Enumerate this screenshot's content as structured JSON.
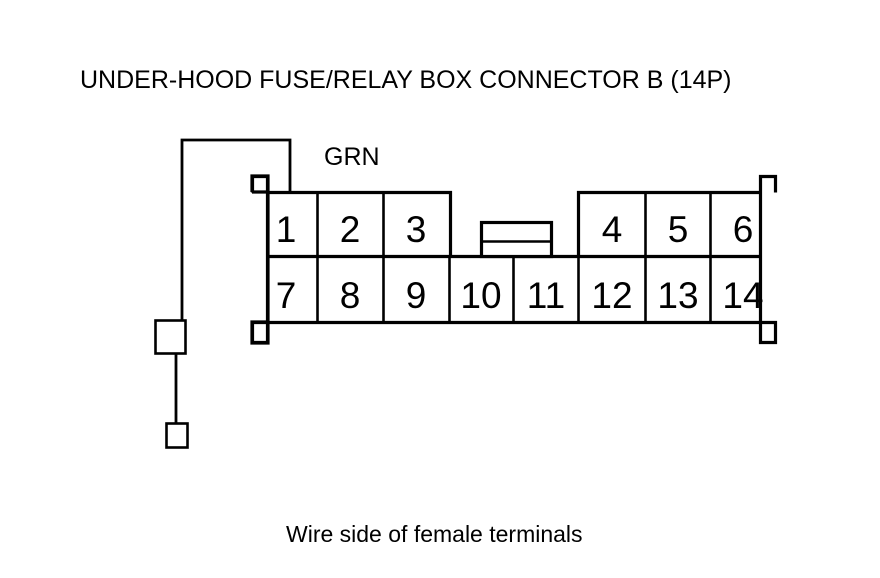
{
  "title": "UNDER-HOOD FUSE/RELAY BOX CONNECTOR B (14P)",
  "caption": "Wire side of female terminals",
  "wire": {
    "label": "GRN",
    "connected_pin": "1"
  },
  "connector": {
    "name": "UNDER-HOOD FUSE/RELAY BOX CONNECTOR B",
    "pin_count_label": "(14P)",
    "top_row": [
      {
        "number": "1"
      },
      {
        "number": "2"
      },
      {
        "number": "3"
      },
      {
        "number": "4"
      },
      {
        "number": "5"
      },
      {
        "number": "6"
      }
    ],
    "bottom_row": [
      {
        "number": "7"
      },
      {
        "number": "8"
      },
      {
        "number": "9"
      },
      {
        "number": "10"
      },
      {
        "number": "11"
      },
      {
        "number": "12"
      },
      {
        "number": "13"
      },
      {
        "number": "14"
      }
    ]
  },
  "colors": {
    "line": "#000000",
    "background": "#ffffff",
    "text": "#000000"
  },
  "pin_labels": {
    "p1": "1",
    "p2": "2",
    "p3": "3",
    "p4": "4",
    "p5": "5",
    "p6": "6",
    "p7": "7",
    "p8": "8",
    "p9": "9",
    "p10": "10",
    "p11": "11",
    "p12": "12",
    "p13": "13",
    "p14": "14"
  }
}
